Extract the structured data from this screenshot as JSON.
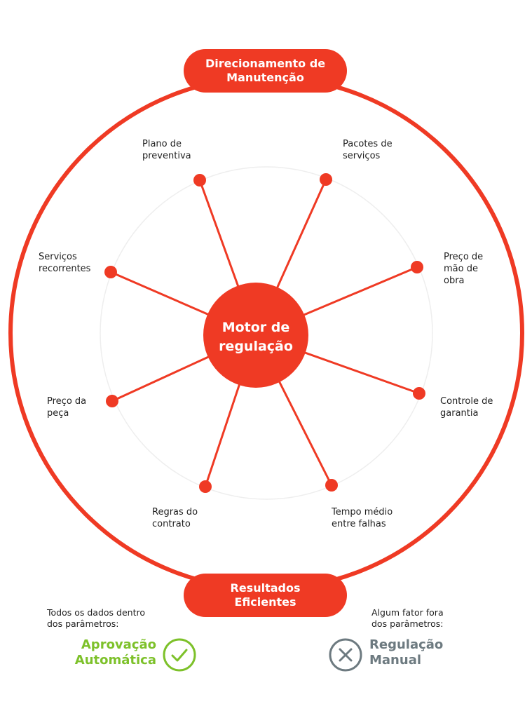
{
  "top_pill": {
    "line1": "Direcionamento de",
    "line2": "Manutenção"
  },
  "hub": {
    "line1": "Motor de",
    "line2": "regulação"
  },
  "nodes": [
    {
      "id": "plano-preventiva",
      "lines": [
        "Plano de",
        "preventiva"
      ]
    },
    {
      "id": "pacotes-servicos",
      "lines": [
        "Pacotes de",
        "serviços"
      ]
    },
    {
      "id": "servicos-recorrentes",
      "lines": [
        "Serviços",
        "recorrentes"
      ]
    },
    {
      "id": "preco-mao-obra",
      "lines": [
        "Preço de",
        "mão de",
        "obra"
      ]
    },
    {
      "id": "preco-peca",
      "lines": [
        "Preço da",
        "peça"
      ]
    },
    {
      "id": "controle-garantia",
      "lines": [
        "Controle de",
        "garantia"
      ]
    },
    {
      "id": "regras-contrato",
      "lines": [
        "Regras do",
        "contrato"
      ]
    },
    {
      "id": "tempo-medio-falhas",
      "lines": [
        "Tempo médio",
        "entre falhas"
      ]
    }
  ],
  "bottom_pill": {
    "line1": "Resultados",
    "line2": "Eficientes"
  },
  "result_left": {
    "caption": [
      "Todos os dados dentro",
      "dos parâmetros:"
    ],
    "title": [
      "Aprovação",
      "Automática"
    ],
    "icon": "check-circle-icon",
    "color": "#7dc12a"
  },
  "result_right": {
    "caption": [
      "Algum fator fora",
      "dos parâmetros:"
    ],
    "title": [
      "Regulação",
      "Manual"
    ],
    "icon": "x-circle-icon",
    "color": "#6d7a80"
  },
  "colors": {
    "accent": "#ef3a24",
    "inner_ring": "#eeeeee",
    "text": "#1f1f1f"
  }
}
